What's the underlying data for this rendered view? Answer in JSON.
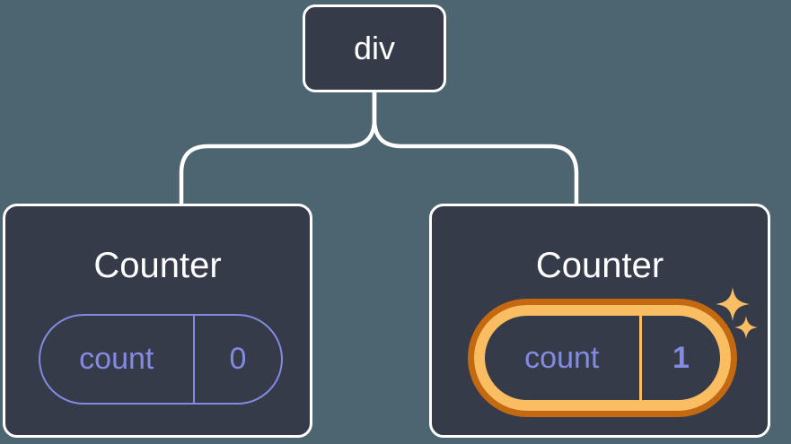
{
  "diagram": {
    "description": "React component tree diagram: a div root with two Counter children holding count state",
    "root": {
      "label": "div"
    },
    "children": [
      {
        "title": "Counter",
        "state": {
          "key": "count",
          "value": "0"
        },
        "highlighted": false
      },
      {
        "title": "Counter",
        "state": {
          "key": "count",
          "value": "1"
        },
        "highlighted": true
      }
    ]
  },
  "colors": {
    "background": "#4C6570",
    "card_background": "#353B48",
    "connector_and_border": "#FFFFFF",
    "state_purple": "#828AE2",
    "highlight_orange_dark": "#C4690F",
    "highlight_orange_light": "#FABD62",
    "sparkle_gold": "#F9BE63",
    "text_white": "#FFFFFF"
  },
  "icons": {
    "sparkle_big": "sparkle-icon",
    "sparkle_small": "sparkle-icon"
  }
}
